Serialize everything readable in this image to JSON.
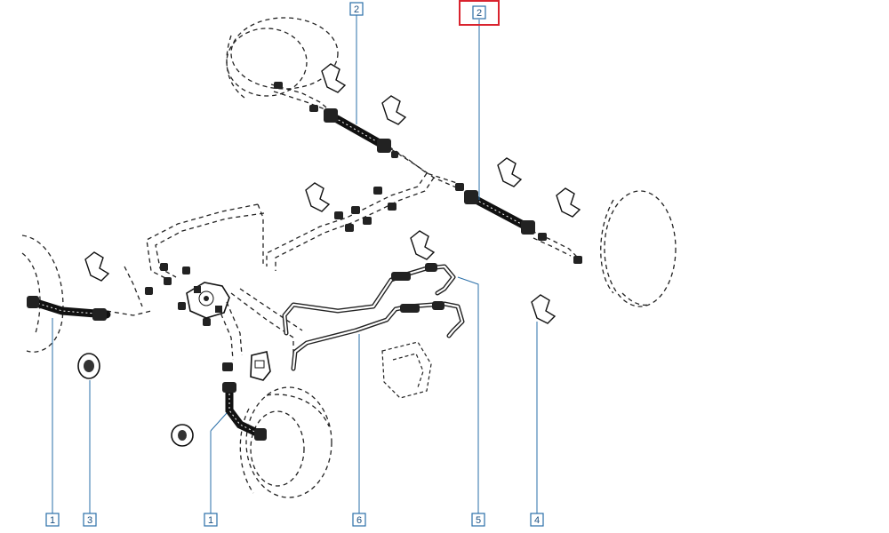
{
  "diagram": {
    "highlight_color": "#d9232e",
    "callout_color": "#2a6fa8",
    "callouts": [
      {
        "id": "top-left-2",
        "label": "2",
        "highlighted": false
      },
      {
        "id": "top-right-2",
        "label": "2",
        "highlighted": true
      },
      {
        "id": "bottom-1a",
        "label": "1",
        "highlighted": false
      },
      {
        "id": "bottom-3",
        "label": "3",
        "highlighted": false
      },
      {
        "id": "bottom-1b",
        "label": "1",
        "highlighted": false
      },
      {
        "id": "bottom-6",
        "label": "6",
        "highlighted": false
      },
      {
        "id": "bottom-5",
        "label": "5",
        "highlighted": false
      },
      {
        "id": "bottom-4",
        "label": "4",
        "highlighted": false
      }
    ]
  }
}
